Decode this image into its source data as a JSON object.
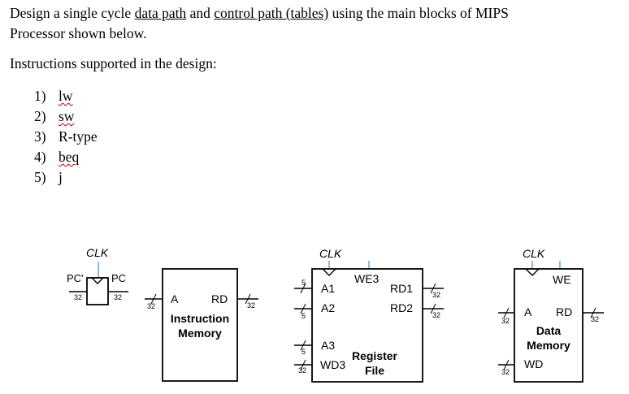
{
  "task": {
    "line1_prefix": "Design a single cycle ",
    "line1_link1": "data path",
    "line1_mid": " and ",
    "line1_link2": "control path (tables)",
    "line1_suffix": " using the main blocks of MIPS",
    "line2": "Processor shown below."
  },
  "instructions": {
    "heading": "Instructions supported in the design:",
    "items": [
      {
        "num": "1)",
        "text": "lw"
      },
      {
        "num": "2)",
        "text": "sw"
      },
      {
        "num": "3)",
        "text": "R-type"
      },
      {
        "num": "4)",
        "text": "beq"
      },
      {
        "num": "5)",
        "text": "j"
      }
    ]
  },
  "blocks": {
    "pc_register": {
      "clk": "CLK",
      "in_label": "PC'",
      "out_label": "PC",
      "in_width": "32",
      "out_width": "32"
    },
    "instruction_memory": {
      "port_a": "A",
      "port_rd": "RD",
      "title_line1": "Instruction",
      "title_line2": "Memory",
      "in_width": "32",
      "out_width": "32"
    },
    "register_file": {
      "clk": "CLK",
      "we3": "WE3",
      "a1": "A1",
      "a2": "A2",
      "a3": "A3",
      "wd3": "WD3",
      "rd1": "RD1",
      "rd2": "RD2",
      "title_line1": "Register",
      "title_line2": "File",
      "a1_width": "5",
      "a2_width": "5",
      "a3_width": "5",
      "wd3_width": "32",
      "rd1_width": "32",
      "rd2_width": "32"
    },
    "data_memory": {
      "clk": "CLK",
      "we": "WE",
      "port_a": "A",
      "port_rd": "RD",
      "port_wd": "WD",
      "title_line1": "Data",
      "title_line2": "Memory",
      "a_width": "32",
      "rd_width": "32",
      "wd_width": "32"
    }
  }
}
